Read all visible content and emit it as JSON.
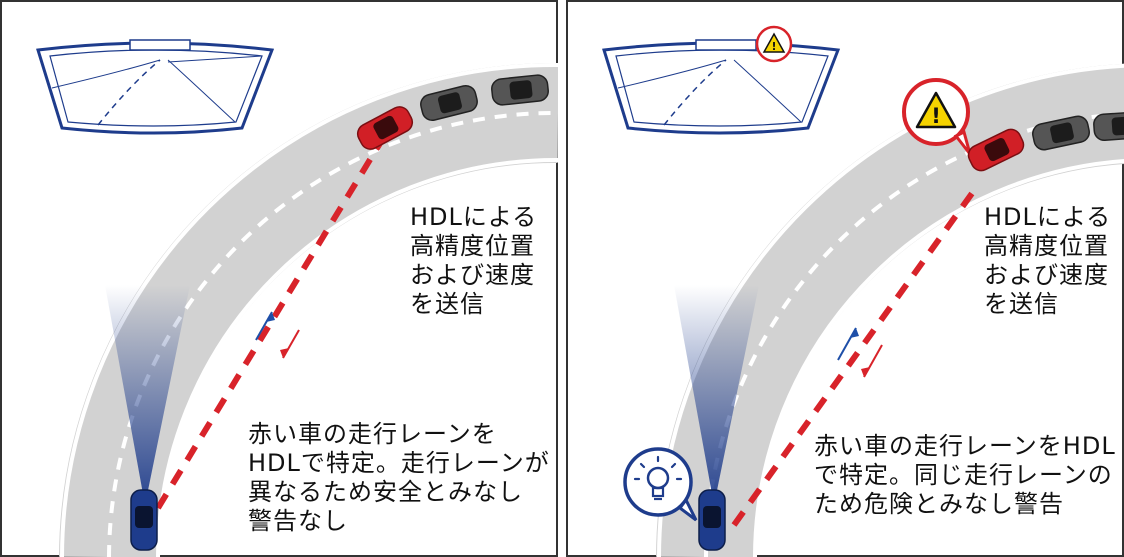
{
  "left": {
    "info_lines": [
      "HDLによる",
      "高精度位置",
      "および速度",
      "を送信"
    ],
    "result_lines": [
      "赤い車の走行レーンを",
      "HDLで特定。走行レーンが",
      "異なるため安全とみなし",
      "警告なし"
    ]
  },
  "right": {
    "info_lines": [
      "HDLによる",
      "高精度位置",
      "および速度",
      "を送信"
    ],
    "result_lines": [
      "赤い車の走行レーンをHDL",
      "で特定。同じ走行レーンの",
      "ため危険とみなし警告"
    ]
  },
  "icons": {
    "warning_glyph": "!",
    "windshield_icon": "windshield-icon",
    "warning_icon": "warning-icon",
    "lightbulb_icon": "lightbulb-icon"
  },
  "colors": {
    "road": "#d2d2d2",
    "lane_line": "#ffffff",
    "frame_blue": "#1e3c8c",
    "red_car": "#d11f26",
    "grey_car": "#555555",
    "signal_red": "#d8232a",
    "arrow_blue": "#1e4fa8",
    "warning_yellow": "#f5d300"
  }
}
